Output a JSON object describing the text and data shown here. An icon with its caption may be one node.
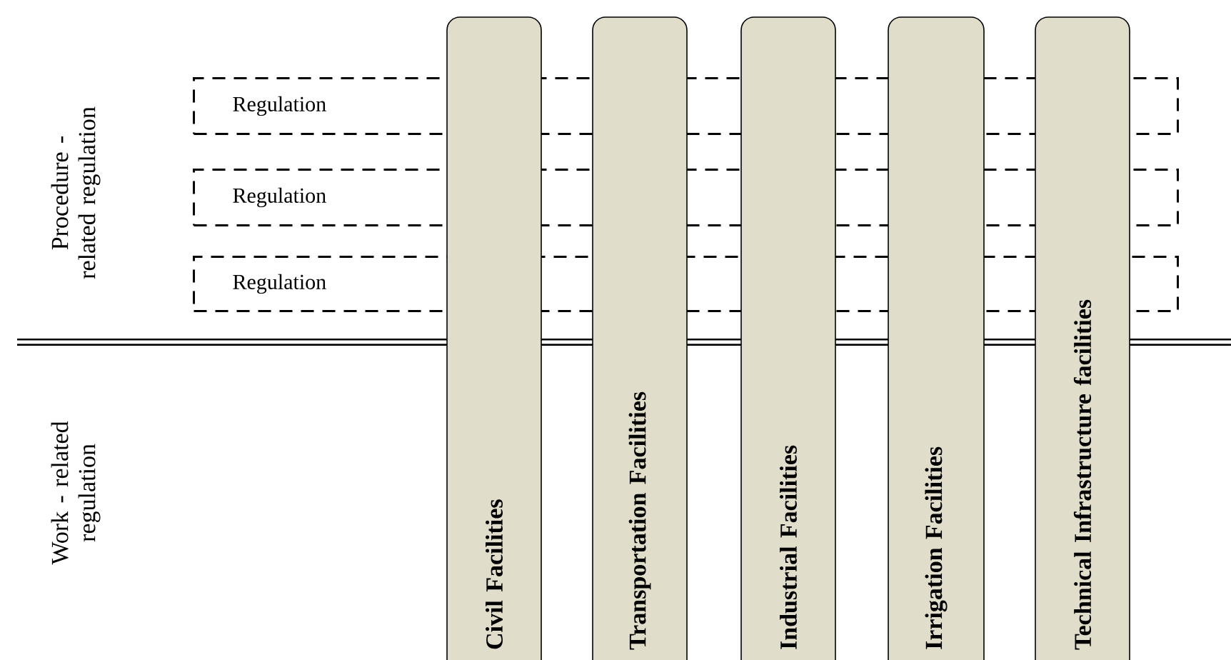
{
  "diagram": {
    "nodes": [
      {
        "text": [
          "Regulation"
        ]
      },
      {
        "text": [
          "Regulation"
        ]
      },
      {
        "text": [
          "Regulation"
        ]
      },
      {
        "text": [
          "Civil Facilities"
        ]
      },
      {
        "text": [
          "Transportation Facilities"
        ]
      },
      {
        "text": [
          "Industrial Facilities"
        ]
      },
      {
        "text": [
          "Irrigation Facilities"
        ]
      },
      {
        "text": [
          "Technical Infrastructure facilities"
        ]
      }
    ],
    "labels": [
      "Procedure - related regulation",
      "Work - related regulation"
    ]
  }
}
